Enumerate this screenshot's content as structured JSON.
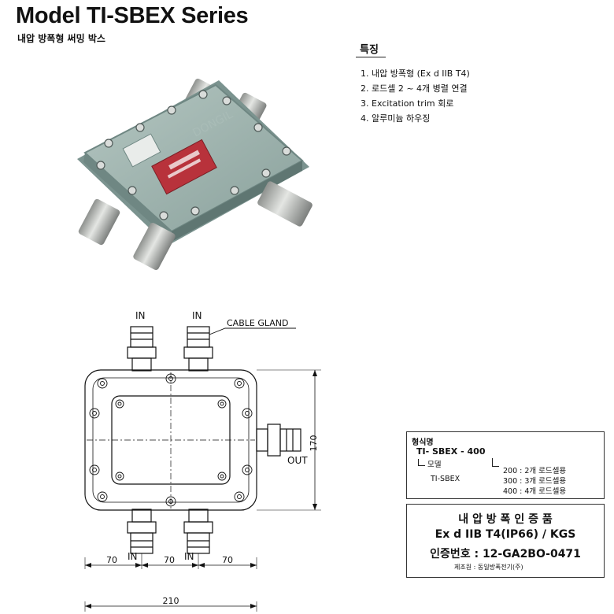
{
  "header": {
    "title": "Model TI-SBEX Series",
    "subtitle": "내압 방폭형 써밍 박스"
  },
  "features": {
    "title": "특징",
    "items": [
      "1. 내압 방폭형 (Ex d  IIB T4)",
      "2. 로드셀 2 ~ 4개 병렬 연결",
      "3. Excitation trim 회로",
      "4. 알루미늄 하우징"
    ]
  },
  "drawing": {
    "in_labels": [
      "IN",
      "IN",
      "IN",
      "IN"
    ],
    "cable_gland": "CABLE GLAND",
    "out": "OUT",
    "dim_170": "170",
    "dim_210": "210",
    "dim_70": [
      "70",
      "70",
      "70"
    ]
  },
  "model_box": {
    "heading": "형식명",
    "code": "TI- SBEX  -  400",
    "model_label": "모델",
    "model_value": "TI-SBEX",
    "options": [
      "200 : 2개 로드셀용",
      "300 : 3개 로드셀용",
      "400 : 4개 로드셀용"
    ]
  },
  "cert_box": {
    "title": "내 압 방 폭 인 증 품",
    "rating": "Ex d  IIB T4(IP66) / KGS",
    "number": "인증번호 : 12-GA2BO-0471",
    "maker": "제조원 : 동일방폭전기(주)"
  },
  "colors": {
    "housing": "#9eb3ae",
    "housing_dark": "#6f8783",
    "nameplate": "#b8323b",
    "metal": "#c9ccc8"
  }
}
